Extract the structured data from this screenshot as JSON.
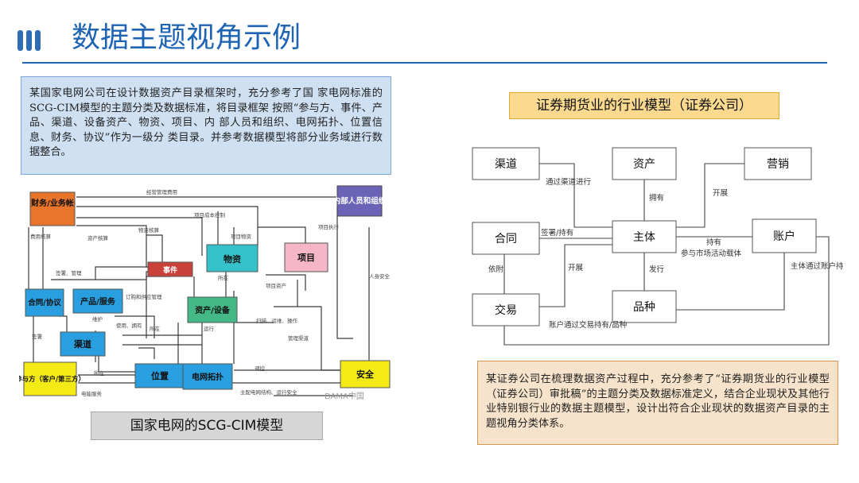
{
  "header": {
    "title": "数据主题视角示例"
  },
  "left": {
    "intro": "某国家电网公司在设计数据资产目录框架时，充分参考了国 家电网标准的SCG-CIM模型的主题分类及数据标准，将目录框架 按照“参与方、事件、产品、渠道、设备资产、物资、项目、内 部人员和组织、电网拓扑、位置信息、财务、协议”作为一级分 类目录。并参考数据模型将部分业务域进行数据整合。",
    "caption": "国家电网的SCG-CIM模型",
    "diagram": {
      "nodes": {
        "finance": "财务/业务帐",
        "internal": "内部人员和组织",
        "event": "事件",
        "material": "物资",
        "project": "项目",
        "contract": "合同/协议",
        "product": "产品/服务",
        "asset": "资产/设备",
        "channel": "渠道",
        "party": "参与方（客户/第三方）",
        "location": "位置",
        "topology": "电网拓扑",
        "safety": "安全"
      },
      "labels": {
        "l1": "经营管理费用",
        "l2": "项目成本控制",
        "l3": "物资核算",
        "l4": "资产核算",
        "l5": "项目物资",
        "l6": "项目执行",
        "l7": "费用结算",
        "l8": "签署、管理",
        "l9": "订购和供应管理",
        "l10": "项目资产",
        "l11": "人身安全",
        "l12": "使用、拥有",
        "l13": "签署",
        "l14": "所在",
        "l15": "运行",
        "l16": "扫描、运维、操作",
        "l17": "管理渠道",
        "l18": "调控",
        "l19": "电能服务",
        "l20": "主配电网结构、运行安全",
        "l21": "所在",
        "l22": "所在",
        "l23": "维护",
        "watermark": "DAMA中国"
      }
    }
  },
  "right": {
    "caption": "证券期货业的行业模型（证券公司）",
    "diagram": {
      "nodes": {
        "channel": "渠道",
        "asset": "资产",
        "marketing": "营销",
        "contract": "合同",
        "subject": "主体",
        "account": "账户",
        "trade": "交易",
        "variety": "品种"
      },
      "edges": {
        "via_channel": "通过渠道进行",
        "own": "拥有",
        "develop1": "开展",
        "sign": "签署/持有",
        "hold": "持有",
        "market_carrier": "参与市场活动载体",
        "depend": "依附",
        "develop2": "开展",
        "issue": "发行",
        "subject_via_account": "主体通过账户持有/品种",
        "account_hold": "账户通过交易持有/品种"
      }
    },
    "summary": "某证券公司在梳理数据资产过程中，充分参考了“证券期货业的行业模型（证券公司）审批稿”的主题分类及数据标准定义，结合企业现状及其他行业特别银行业的数据主题模型，设计出符合企业现状的数据资产目录的主题视角分类体系。"
  },
  "colors": {
    "title_blue": "#1f64b4",
    "intro_bg": "#cfe0f2",
    "summary_bg": "#f7e3cb",
    "caption_right_bg": "#fbd98e",
    "node_orange": "#e8752a",
    "node_purple": "#6b63b5",
    "node_red": "#c9423a",
    "node_teal": "#35c1c9",
    "node_pink": "#f5b6c8",
    "node_green": "#44b887",
    "node_blue": "#2a9fe0",
    "node_yellow": "#f3ea16"
  }
}
